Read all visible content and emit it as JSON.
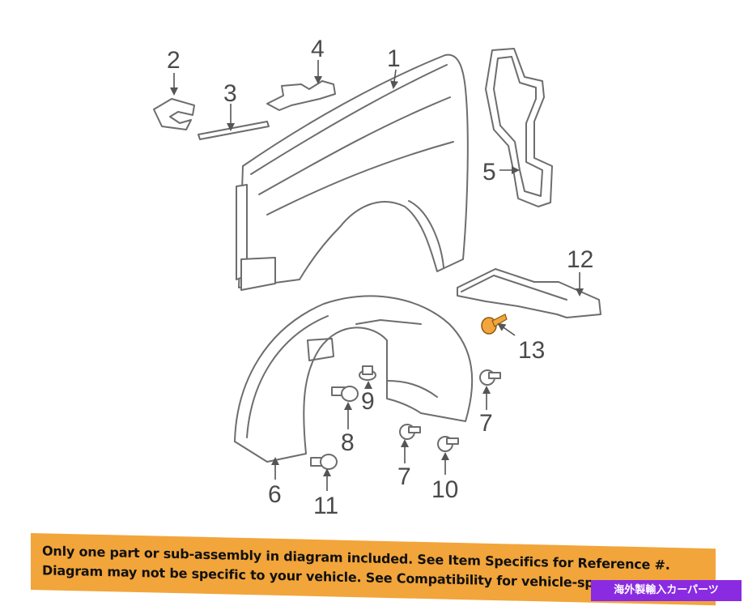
{
  "callouts": [
    "1",
    "2",
    "3",
    "4",
    "5",
    "6",
    "7",
    "7",
    "8",
    "9",
    "10",
    "11",
    "12",
    "13"
  ],
  "banner": {
    "line1": "Only one part or sub-assembly in diagram included. See Item Specifics for Reference #.",
    "line2": "Diagram may not be specific to your vehicle. See Compatibility for vehicle-spec"
  },
  "watermark": "海外製輸入カーパーツ",
  "colors": {
    "banner": "#f2a53a",
    "highlighted_part": "#f2a53a",
    "watermark": "#8a2be2",
    "line": "#6d6d6d"
  }
}
